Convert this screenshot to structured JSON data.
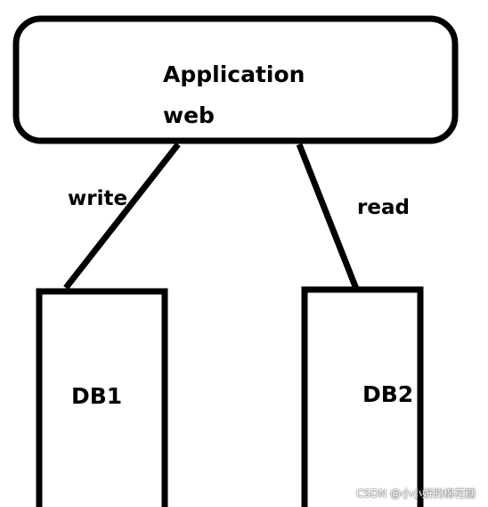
{
  "nodes": {
    "application": {
      "title": "Application",
      "subtitle": "web"
    },
    "db1": {
      "label": "DB1"
    },
    "db2": {
      "label": "DB2"
    }
  },
  "edges": {
    "write": {
      "label": "write",
      "from": "application",
      "to": "db1"
    },
    "read": {
      "label": "read",
      "from": "application",
      "to": "db2"
    }
  },
  "watermark": {
    "text": "CSDN @小小妍的棉花糖"
  },
  "colors": {
    "stroke": "#000000",
    "background": "#ffffff"
  }
}
